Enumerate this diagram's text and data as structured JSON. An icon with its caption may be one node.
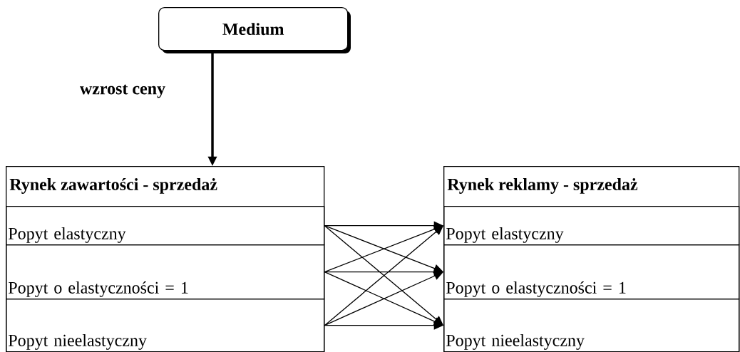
{
  "diagram": {
    "nodes": [
      {
        "text": [
          "Medium"
        ]
      },
      {
        "text": [
          "Rynek zawartości - sprzedaż"
        ]
      },
      {
        "text": [
          "Popyt elastyczny"
        ],
        "in": 1
      },
      {
        "text": [
          "Popyt o elastyczności = 1"
        ],
        "in": 1
      },
      {
        "text": [
          "Popyt nieelastyczny"
        ],
        "in": 1
      },
      {
        "text": [
          "Rynek reklamy - sprzedaż"
        ]
      },
      {
        "text": [
          "Popyt elastyczny"
        ],
        "in": 5
      },
      {
        "text": [
          "Popyt o elastyczności = 1"
        ],
        "in": 5
      },
      {
        "text": [
          "Popyt nieelastyczny"
        ],
        "in": 5
      }
    ],
    "edges": [
      {
        "from": 0,
        "to": 1,
        "arrow": "to",
        "label": "wzrost ceny",
        "style": "thick"
      },
      {
        "from": 2,
        "to": 6,
        "arrow": "to"
      },
      {
        "from": 2,
        "to": 7,
        "arrow": "to"
      },
      {
        "from": 2,
        "to": 8,
        "arrow": "to"
      },
      {
        "from": 3,
        "to": 6,
        "arrow": "to"
      },
      {
        "from": 3,
        "to": 7,
        "arrow": "to"
      },
      {
        "from": 3,
        "to": 8,
        "arrow": "to"
      },
      {
        "from": 4,
        "to": 6,
        "arrow": "to"
      },
      {
        "from": 4,
        "to": 7,
        "arrow": "to"
      },
      {
        "from": 4,
        "to": 8,
        "arrow": "to"
      }
    ]
  }
}
